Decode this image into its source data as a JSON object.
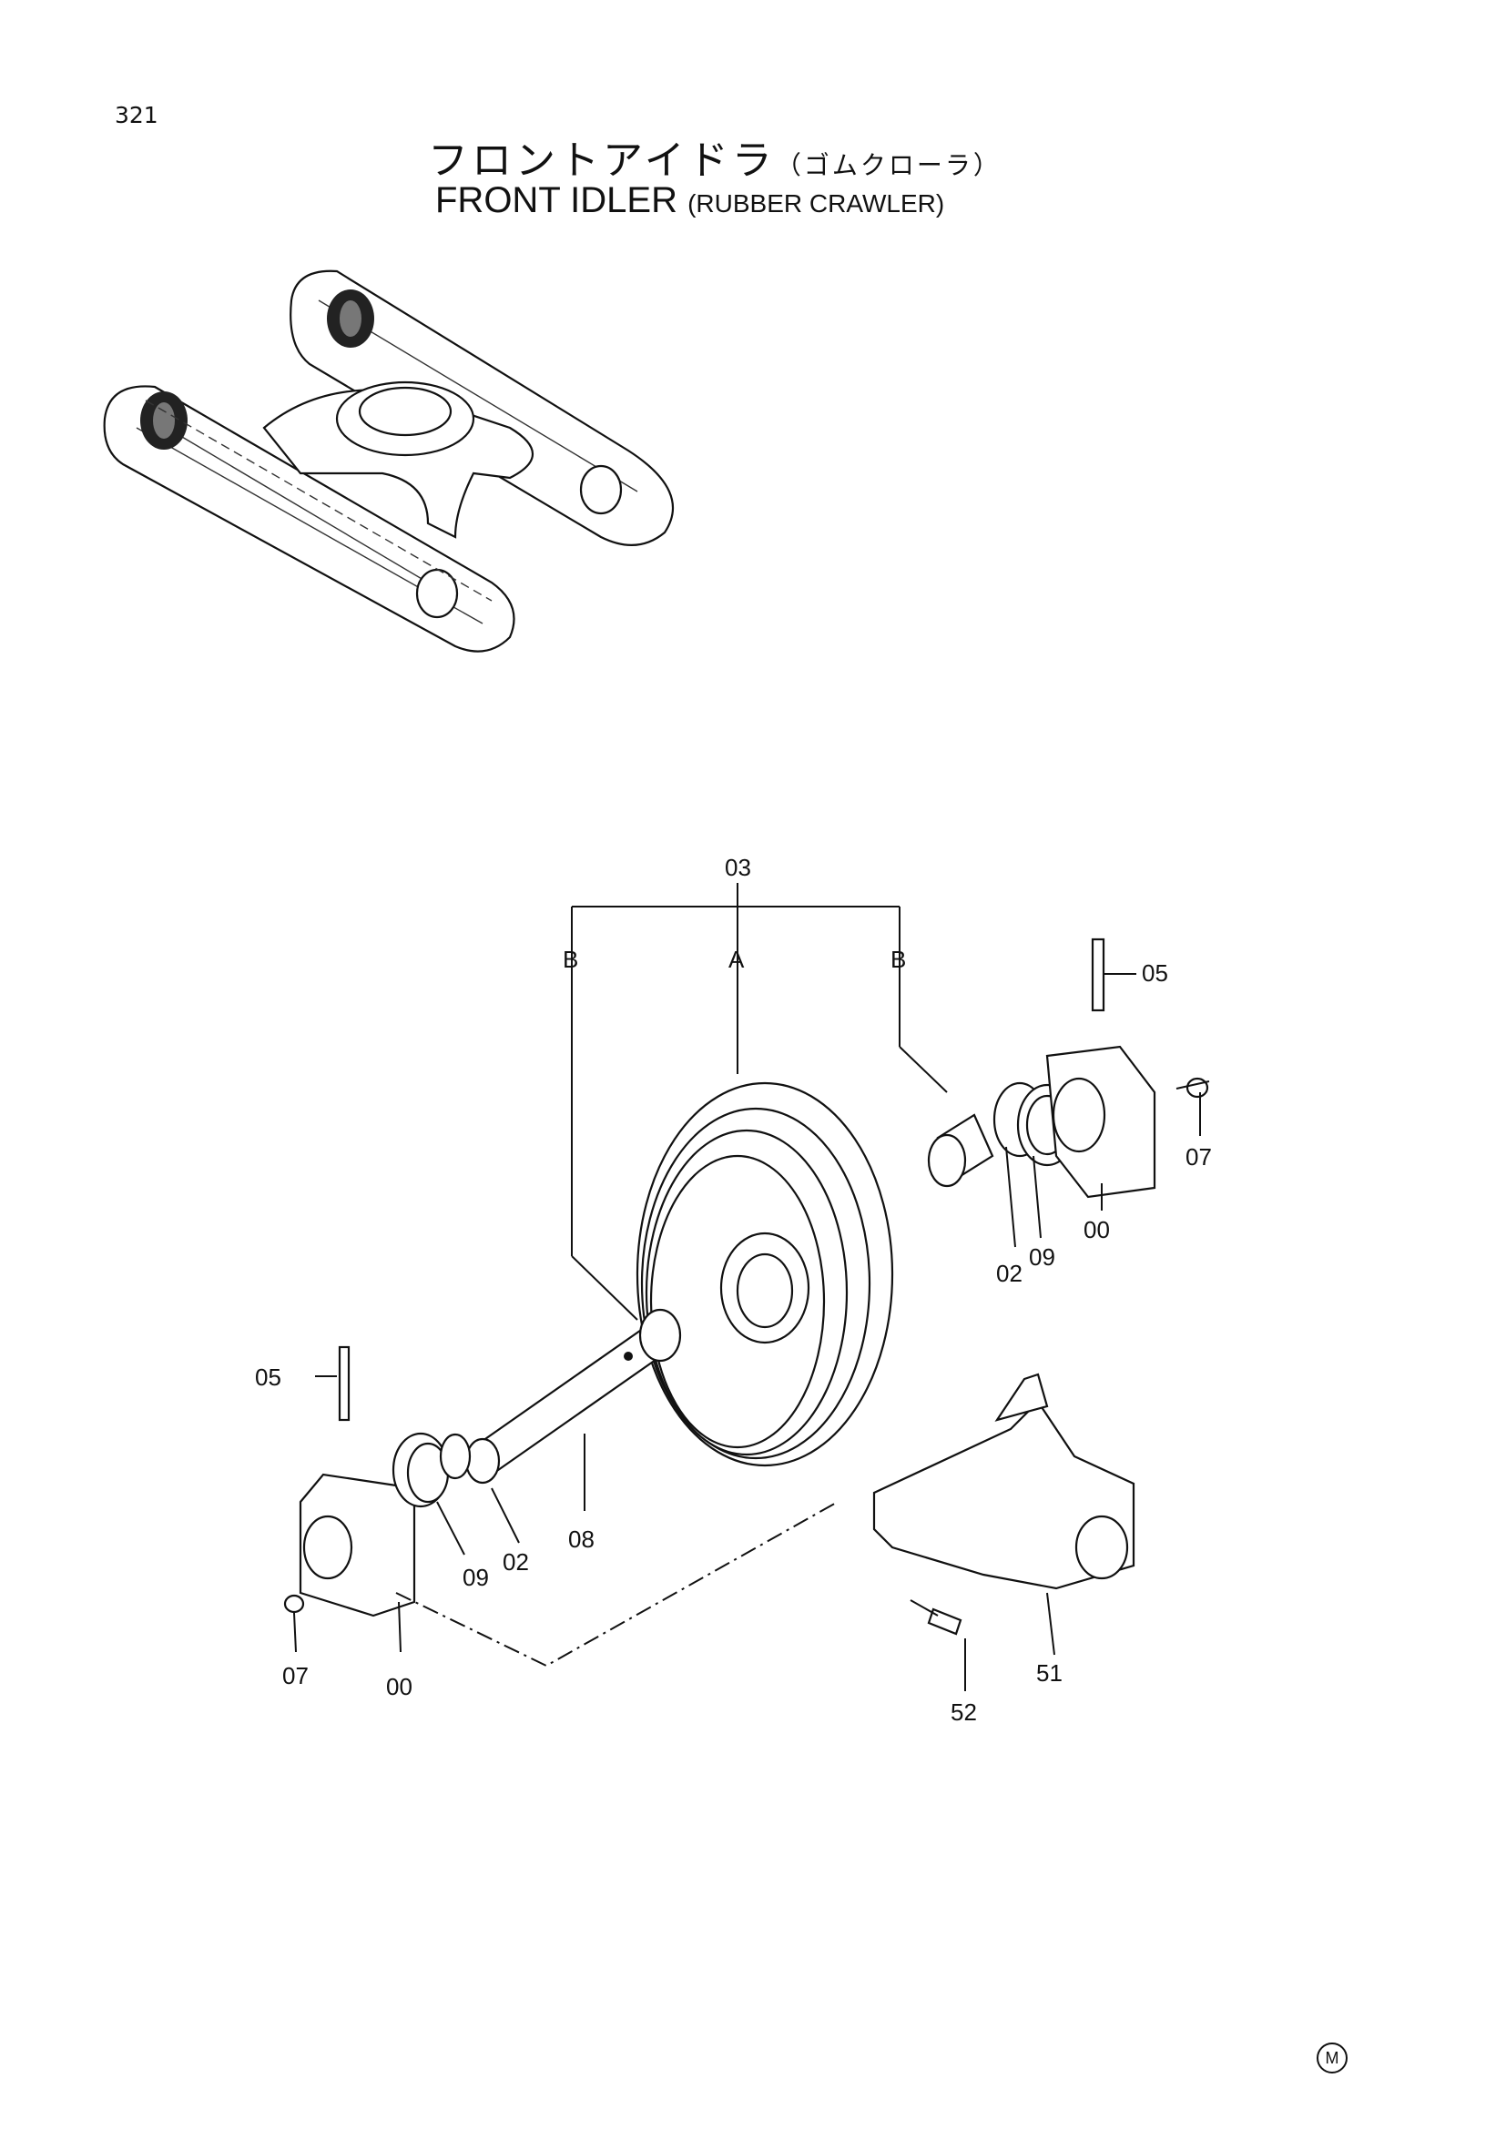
{
  "page_number": "321",
  "title_jp": "フロントアイドラ",
  "title_jp_sub": "（ゴムクローラ）",
  "title_en": "FRONT IDLER",
  "title_en_sub": "(RUBBER CRAWLER)",
  "callouts": {
    "assy": "03",
    "group_a": "A",
    "group_b_left": "B",
    "group_b_right": "B",
    "pin_right": "05",
    "plug_right": "07",
    "bracket_right": "00",
    "seal_right": "09",
    "bushing_right": "02",
    "pin_left": "05",
    "seal_left": "09",
    "bushing_left": "02",
    "shaft": "08",
    "plug_left": "07",
    "bracket_left": "00",
    "yoke": "51",
    "bolt": "52"
  },
  "manufacturer_mark": "M"
}
